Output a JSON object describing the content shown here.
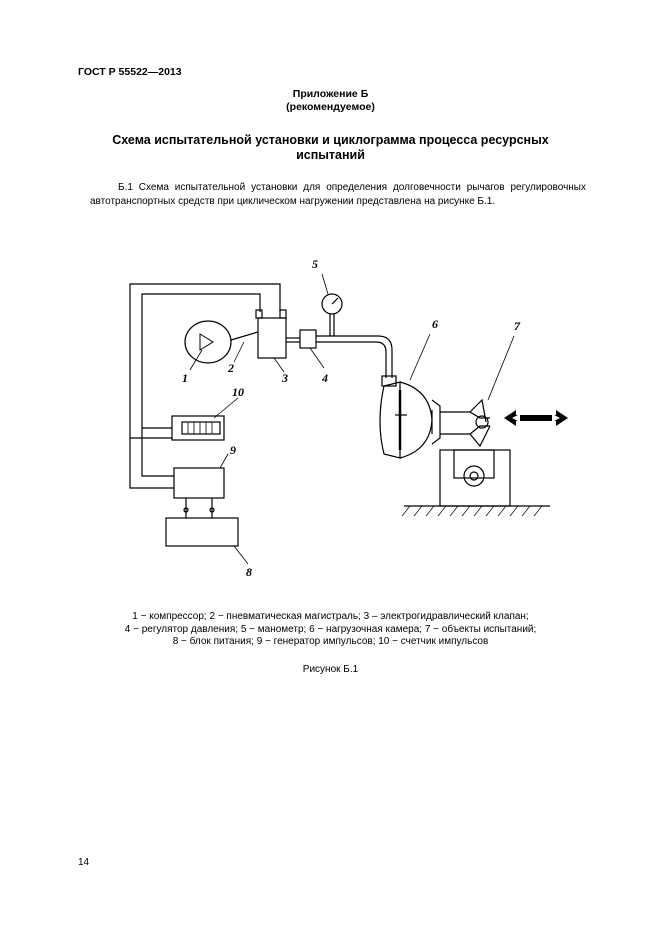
{
  "header": {
    "standard": "ГОСТ Р 55522—2013"
  },
  "appendix": {
    "title": "Приложение Б",
    "note": "(рекомендуемое)"
  },
  "section": {
    "title": "Схема испытательной установки и циклограмма процесса ресурсных испытаний"
  },
  "paragraph": "Б.1 Схема испытательной установки для определения долговечности рычагов регулировочных автотранспортных средств при циклическом нагружении представлена на рисунке Б.1.",
  "figure": {
    "labels": [
      "1",
      "2",
      "3",
      "4",
      "5",
      "6",
      "7",
      "8",
      "9",
      "10"
    ],
    "legend_lines": [
      "1 − компрессор; 2 − пневматическая магистраль; 3 – электрогидравлический клапан;",
      "4 − регулятор давления; 5 − манометр; 6 − нагрузочная камера; 7 − объекты испытаний;",
      "8 − блок питания; 9 − генератор импульсов; 10 − счетчик импульсов"
    ],
    "caption": "Рисунок Б.1"
  },
  "page_number": "14"
}
